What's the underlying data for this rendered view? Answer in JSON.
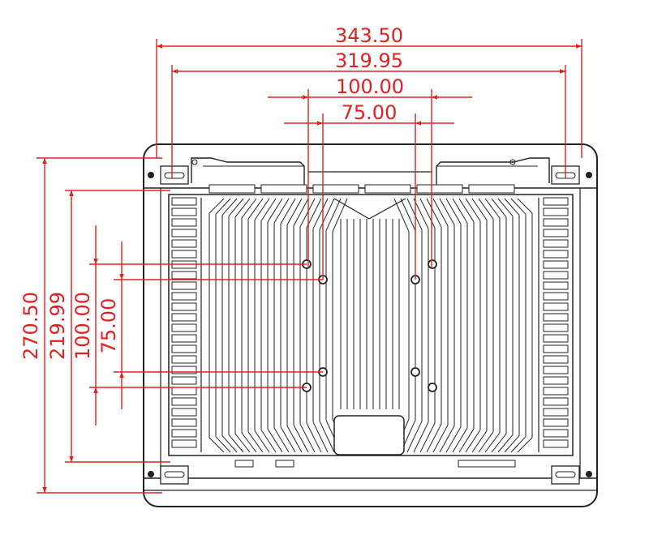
{
  "colors": {
    "dimension": "#dd2222",
    "outline": "#222222",
    "fill": "#ffffff"
  },
  "dimensions": {
    "overall_width": "343.50",
    "slot_width": "319.95",
    "vesa_width_large": "100.00",
    "vesa_width_small": "75.00",
    "overall_height": "270.50",
    "inner_height": "219.99",
    "vesa_height_large": "100.00",
    "vesa_height_small": "75.00"
  }
}
